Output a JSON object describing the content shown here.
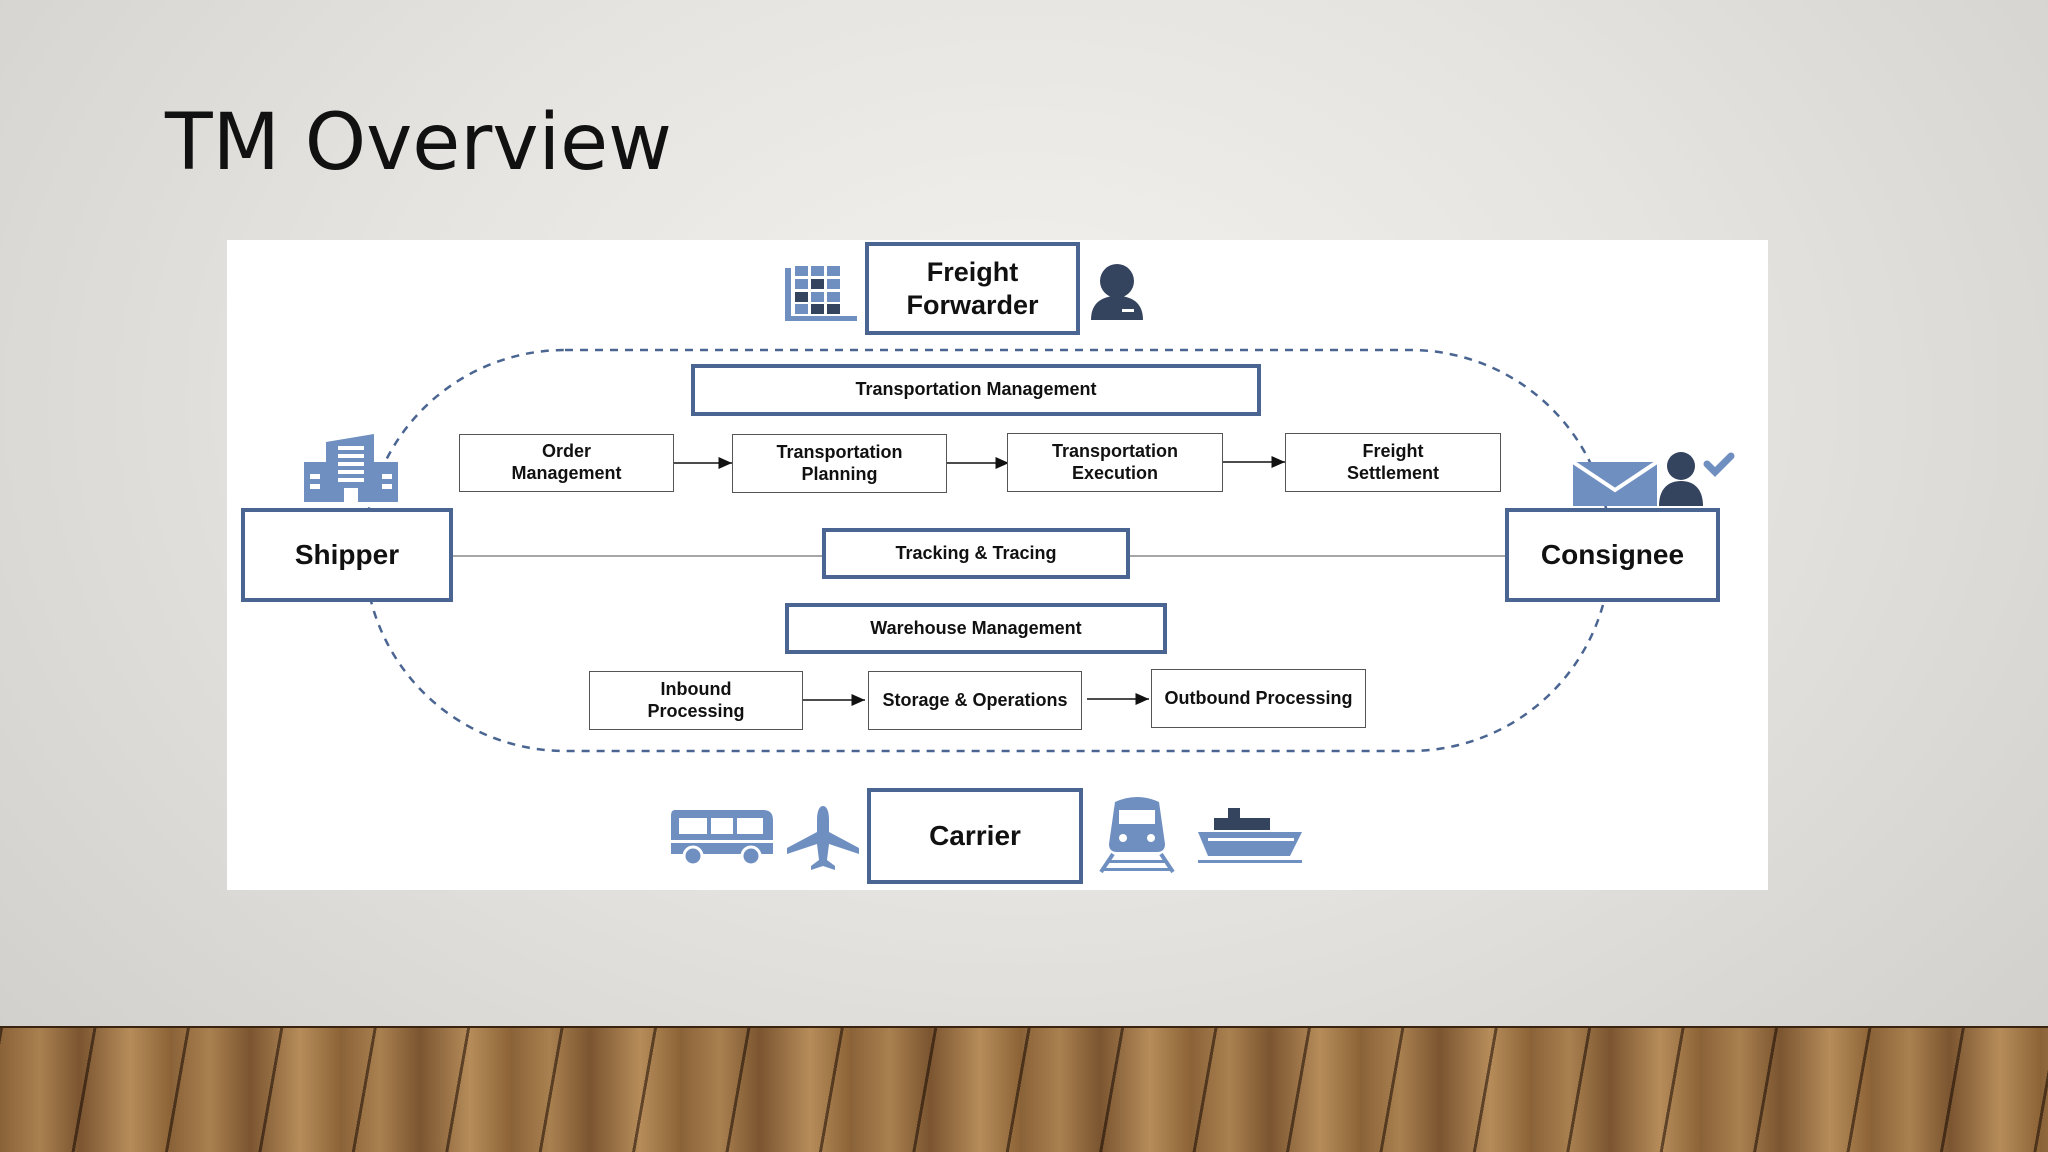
{
  "slide": {
    "title": "TM Overview"
  },
  "diagram": {
    "top_actor": "Freight\nForwarder",
    "left_actor": "Shipper",
    "right_actor": "Consignee",
    "bottom_actor": "Carrier",
    "transportation_management": {
      "label": "Transportation Management",
      "steps": [
        "Order\nManagement",
        "Transportation\nPlanning",
        "Transportation\nExecution",
        "Freight\nSettlement"
      ]
    },
    "tracking": "Tracking & Tracing",
    "warehouse_management": {
      "label": "Warehouse Management",
      "steps": [
        "Inbound\nProcessing",
        "Storage & Operations",
        "Outbound Processing"
      ]
    },
    "icons": {
      "top": [
        "warehouse-grid-icon",
        "person-icon"
      ],
      "left": [
        "office-building-icon"
      ],
      "right": [
        "envelope-icon",
        "person-check-icon"
      ],
      "bottom": [
        "bus-icon",
        "airplane-icon",
        "train-icon",
        "ship-icon"
      ]
    },
    "colors": {
      "accent_dark": "#4a6591",
      "icon_light": "#6f8fc1",
      "icon_dark": "#34435e"
    }
  }
}
